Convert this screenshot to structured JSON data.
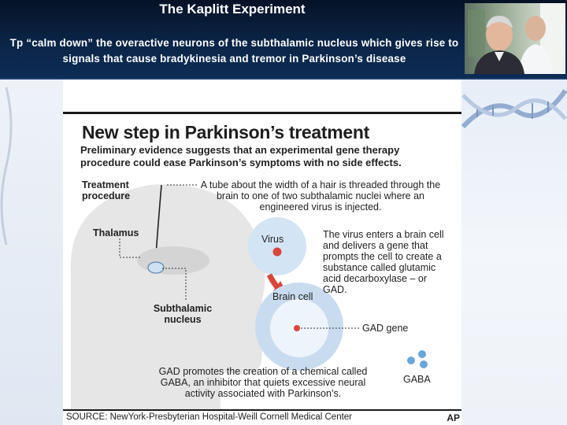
{
  "header": {
    "title": "The Kaplitt Experiment",
    "subtitle": "Tp “calm down” the overactive neurons of the subthalamic nucleus which gives rise to signals that cause bradykinesia and tremor in Parkinson’s disease"
  },
  "graphic": {
    "title": "New step in Parkinson’s treatment",
    "intro": "Preliminary evidence suggests that an experimental gene therapy procedure could ease Parkinson’s symptoms with no side effects.",
    "treatment_label": "Treatment procedure",
    "tube_note": "A tube about the width of a hair is threaded through the brain to one of two subthalamic nuclei where an engineered virus is injected.",
    "thalamus_label": "Thalamus",
    "virus_label": "Virus",
    "virus_note": "The virus enters a brain cell and delivers a gene that prompts the cell to create a substance called glutamic acid decarboxylase – or GAD.",
    "brain_cell_label": "Brain cell",
    "subthalamic_label": "Subthalamic nucleus",
    "gad_gene_label": "GAD gene",
    "gad_note": "GAD promotes the creation of a chemical called GABA, an inhibitor that quiets excessive neural activity associated with Parkinson’s.",
    "gaba_label": "GABA",
    "source": "SOURCE: NewYork-Presbyterian Hospital-Weill Cornell Medical Center",
    "credit": "AP"
  },
  "colors": {
    "header_bg": "#0b2547",
    "head_silhouette": "#e6e6e6",
    "cell_fill": "#c9dcef",
    "cell_nucleus": "#eef4fb",
    "virus_red": "#d9463a",
    "arrow_red": "#d9463a",
    "gaba_blue": "#6aa7d8"
  },
  "icons": {
    "photo": "portrait-photo",
    "dna": "dna-helix-decoration"
  }
}
